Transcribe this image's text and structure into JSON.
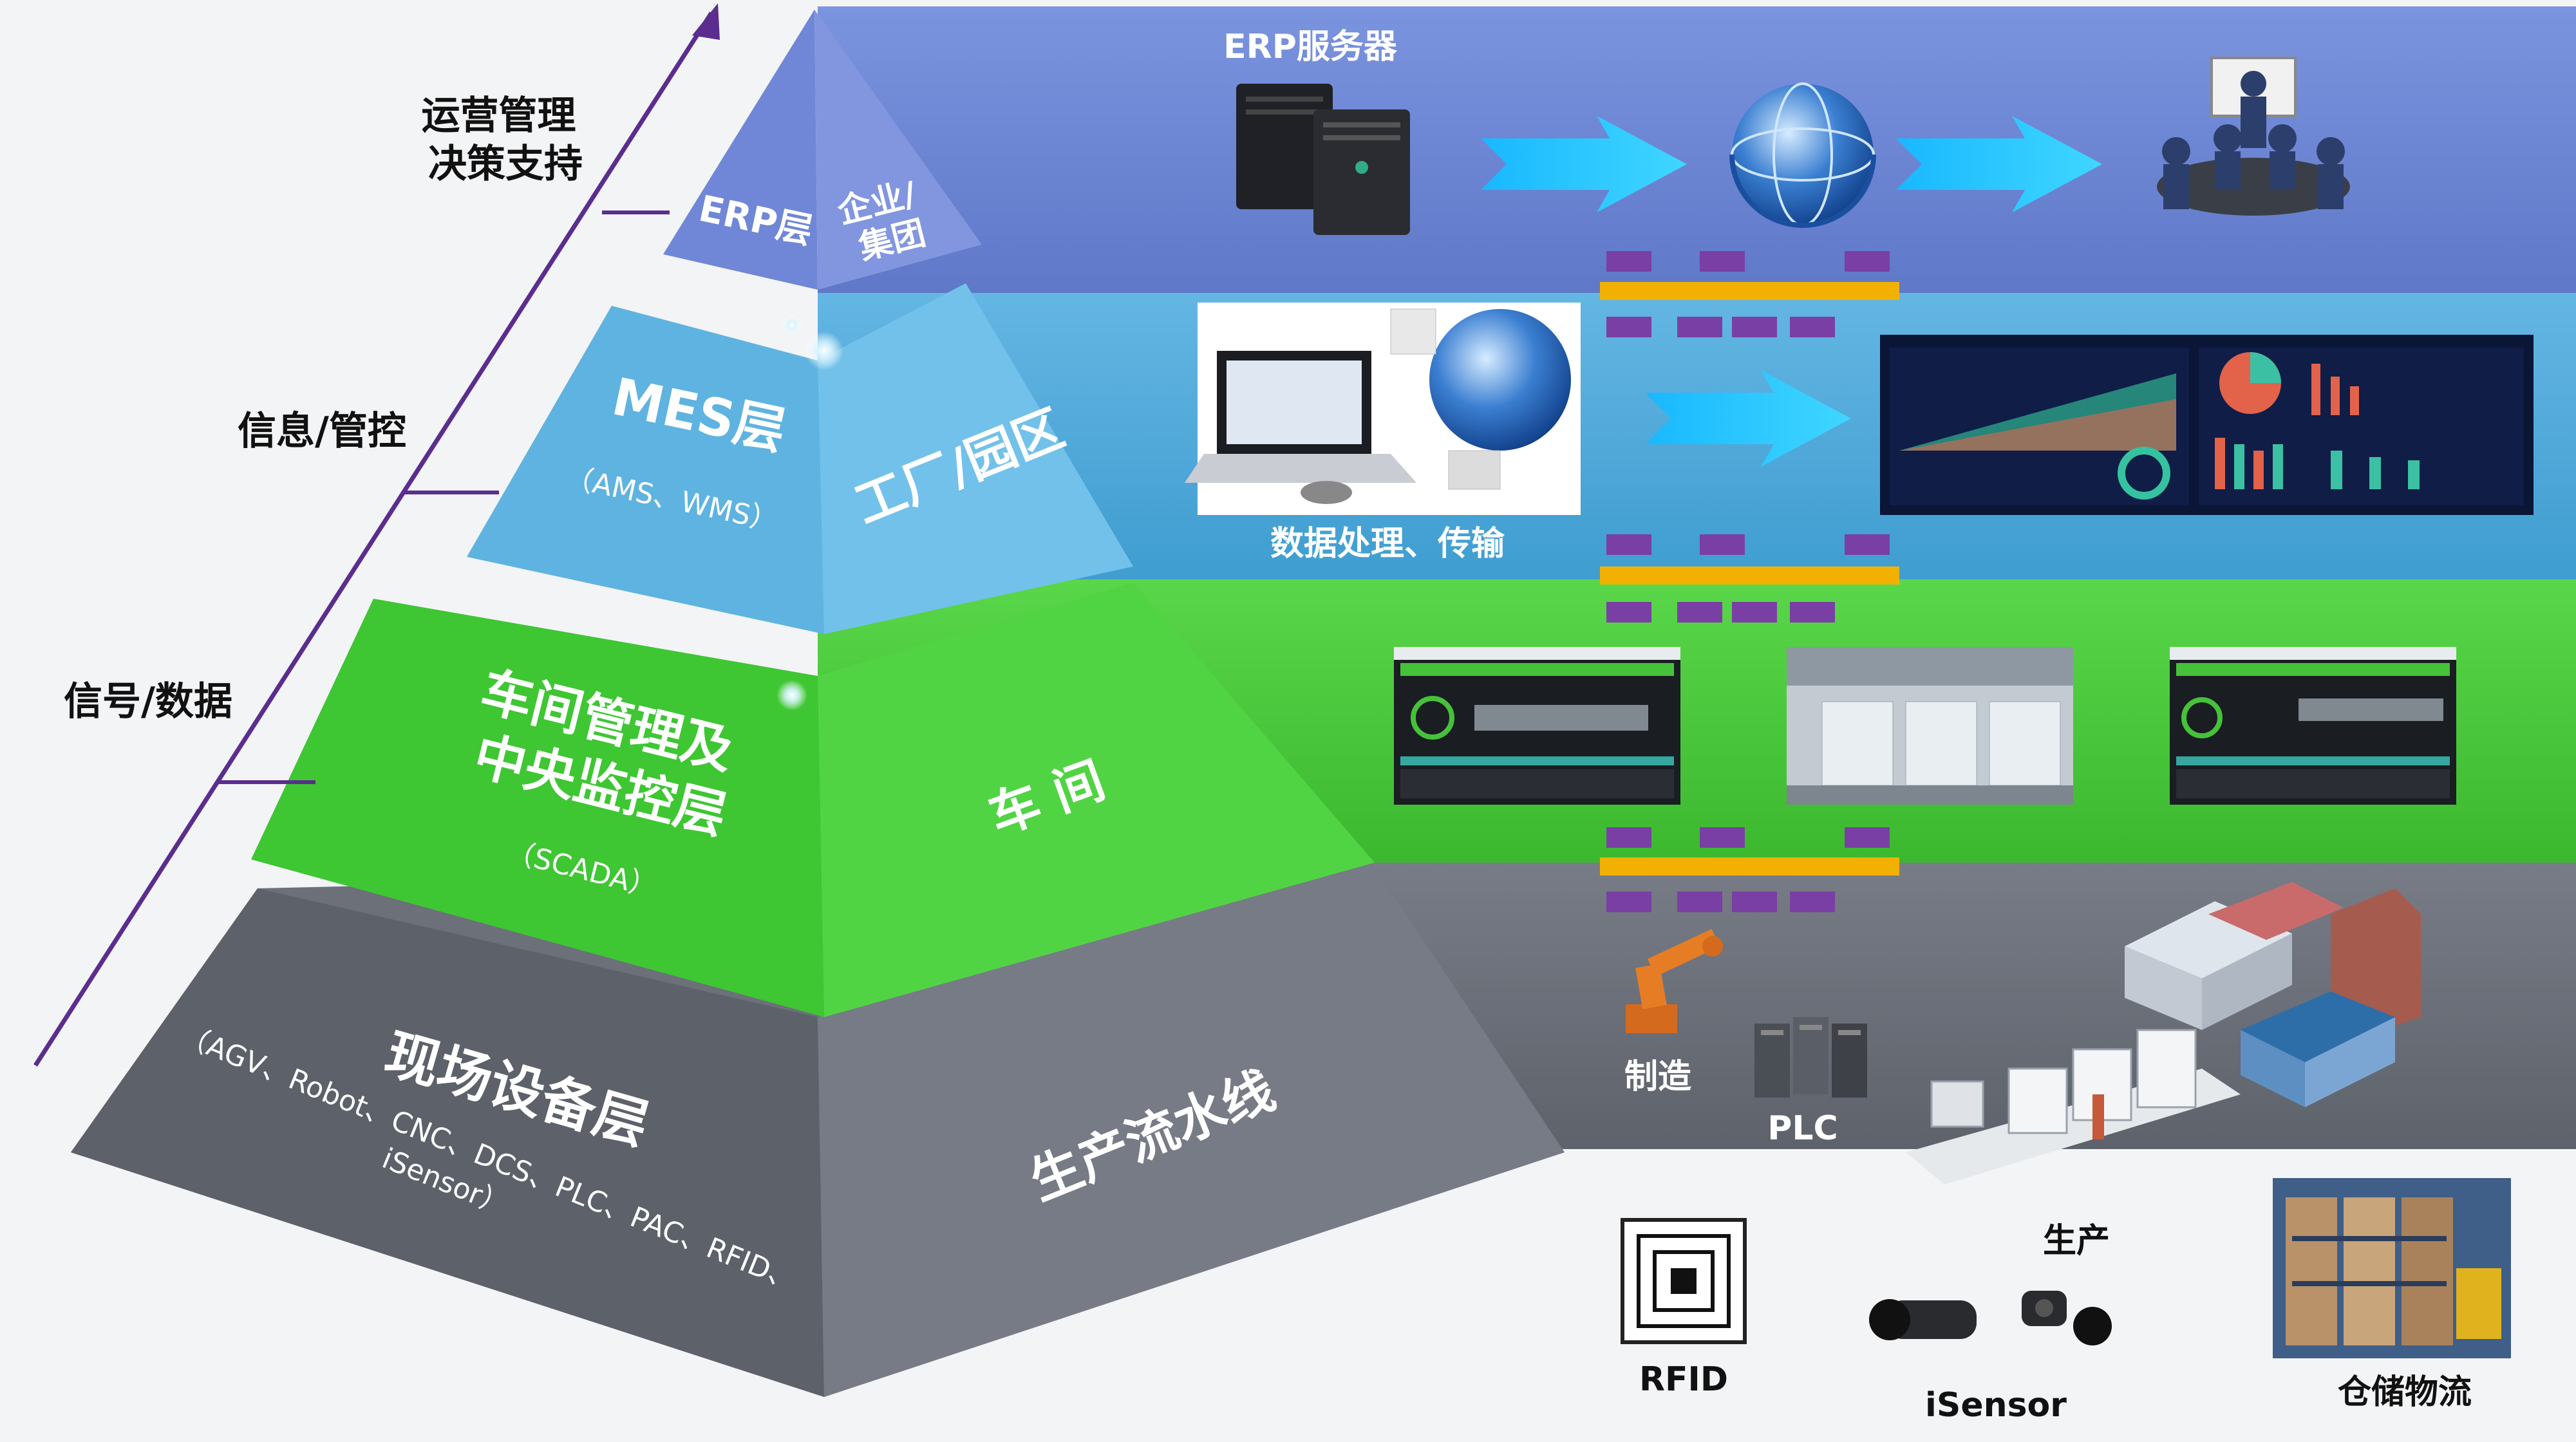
{
  "axis": {
    "labels": [
      {
        "lines": [
          "运营管理",
          "决策支持"
        ]
      },
      {
        "lines": [
          "信息/管控"
        ]
      },
      {
        "lines": [
          "信号/数据"
        ]
      }
    ]
  },
  "pyramid": {
    "erp": {
      "title": "ERP层",
      "scope_lines": [
        "企业/",
        "集团"
      ]
    },
    "mes": {
      "title": "MES层",
      "sub": "（AMS、WMS）",
      "scope": "工厂/园区"
    },
    "scada": {
      "title_lines": [
        "车间管理及",
        "中央监控层"
      ],
      "sub": "（SCADA）",
      "scope": "车 间"
    },
    "field": {
      "title": "现场设备层",
      "sub_lines": [
        "（AGV、Robot、CNC、DCS、PLC、PAC、RFID、",
        "iSensor）"
      ],
      "scope": "生产流水线"
    }
  },
  "bands": {
    "erp": {
      "color": "#6b84d2",
      "label": "ERP服务器"
    },
    "mes": {
      "color": "#4aa6d6",
      "label": "数据处理、传输"
    },
    "scada": {
      "color": "#47c93b"
    },
    "field": {
      "color": "#666a74"
    }
  },
  "field_items": {
    "manufacturing": "制造",
    "plc": "PLC",
    "production": "生产",
    "rfid": "RFID",
    "isensor": "iSensor",
    "warehouse": "仓储物流"
  },
  "colors": {
    "axis": "#5b2d8e",
    "bus": "#f2b100",
    "connector": "#7a3fa5"
  },
  "icons": [
    "server-icon",
    "globe-icon",
    "meeting-icon",
    "laptop-puzzle-icon",
    "dashboard-icon",
    "scada-screen-icon",
    "factory-line-icon",
    "robot-arm-icon",
    "plc-rack-icon",
    "production-line-icon",
    "factory-buildings-icon",
    "rfid-tag-icon",
    "camera-sensor-icon",
    "warehouse-icon",
    "arrow-icon"
  ]
}
